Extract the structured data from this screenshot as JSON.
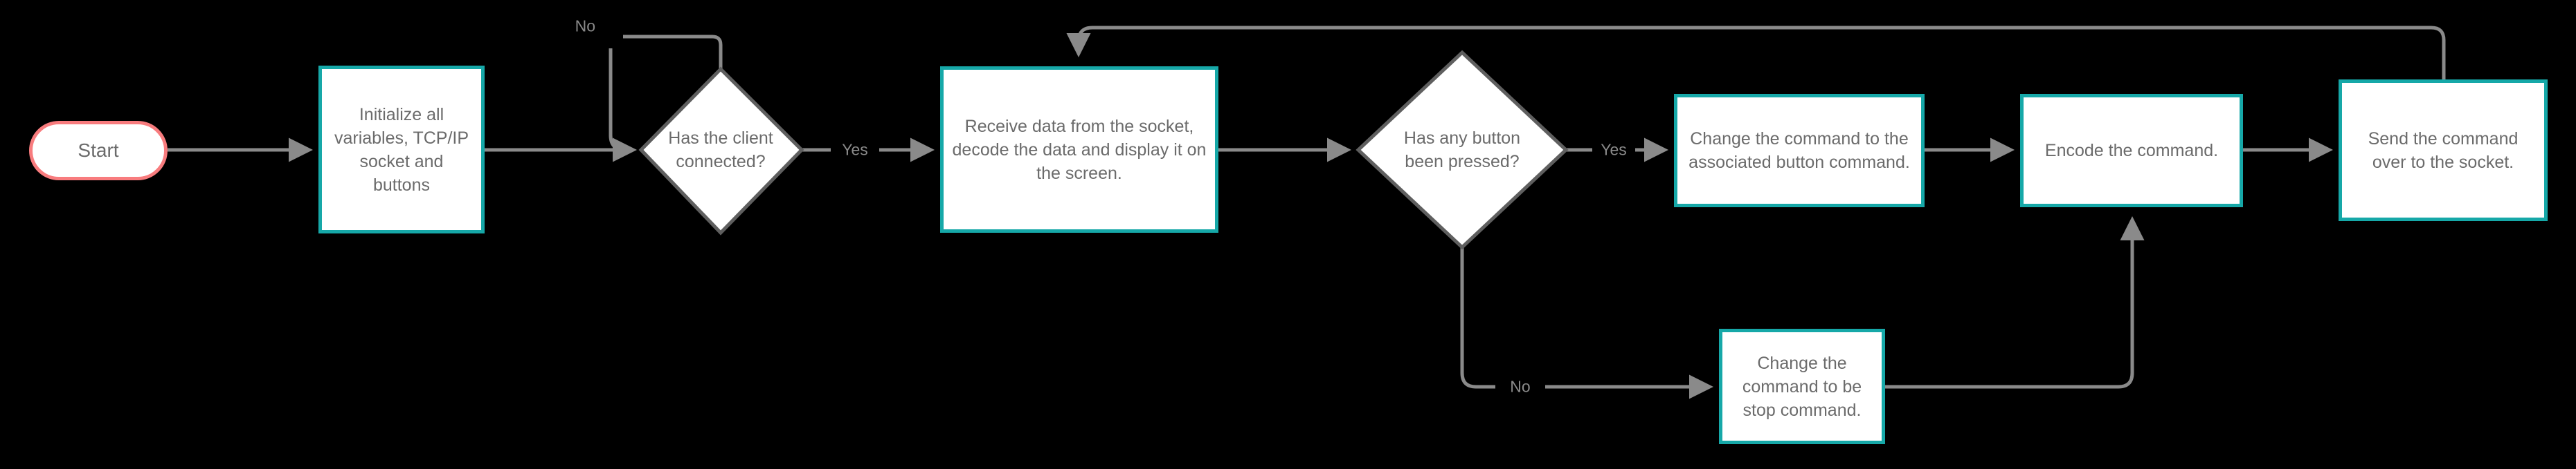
{
  "diagram": {
    "title": "TCP/IP socket client command flowchart",
    "background_color": "#000000",
    "colors": {
      "process_border": "#16a8a8",
      "terminator_border": "#f87c7e",
      "decision_border": "#5f5f5f",
      "node_fill": "#ffffff",
      "text": "#6b6b6b",
      "edge": "#8a8a8a"
    },
    "nodes": [
      {
        "id": "start",
        "type": "terminator",
        "label": "Start"
      },
      {
        "id": "init",
        "type": "process",
        "label": "Initialize all variables, TCP/IP socket and buttons"
      },
      {
        "id": "client_connected",
        "type": "decision",
        "label": "Has the client connected?"
      },
      {
        "id": "receive",
        "type": "process",
        "label": "Receive data from the socket, decode the data and display it on the screen."
      },
      {
        "id": "button_pressed",
        "type": "decision",
        "label": "Has any button been pressed?"
      },
      {
        "id": "change_button_cmd",
        "type": "process",
        "label": "Change the command to the associated button command."
      },
      {
        "id": "encode",
        "type": "process",
        "label": "Encode the command."
      },
      {
        "id": "send",
        "type": "process",
        "label": "Send the command over to the socket."
      },
      {
        "id": "stop_cmd",
        "type": "process",
        "label": "Change the command to be stop command."
      }
    ],
    "edges": [
      {
        "from": "start",
        "to": "client_connected",
        "label": ""
      },
      {
        "from": "init",
        "to": "client_connected",
        "label": ""
      },
      {
        "from": "client_connected",
        "to": "client_connected",
        "label": "No"
      },
      {
        "from": "client_connected",
        "to": "receive",
        "label": "Yes"
      },
      {
        "from": "receive",
        "to": "button_pressed",
        "label": ""
      },
      {
        "from": "button_pressed",
        "to": "change_button_cmd",
        "label": "Yes"
      },
      {
        "from": "button_pressed",
        "to": "stop_cmd",
        "label": "No"
      },
      {
        "from": "change_button_cmd",
        "to": "encode",
        "label": ""
      },
      {
        "from": "stop_cmd",
        "to": "encode",
        "label": ""
      },
      {
        "from": "encode",
        "to": "send",
        "label": ""
      },
      {
        "from": "send",
        "to": "receive",
        "label": ""
      }
    ],
    "edge_labels": {
      "no_client": "No",
      "yes_client": "Yes",
      "yes_button": "Yes",
      "no_button": "No"
    }
  }
}
